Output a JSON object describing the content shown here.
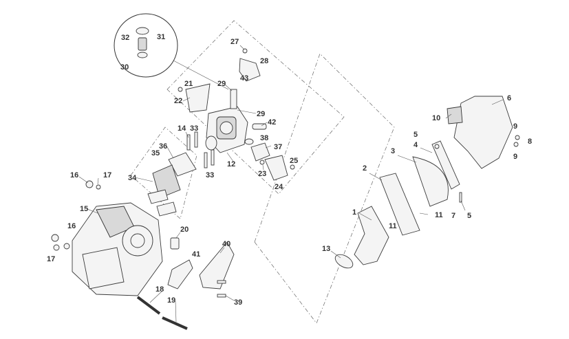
{
  "diagram": {
    "callouts": [
      "1",
      "2",
      "3",
      "4",
      "5",
      "5",
      "6",
      "7",
      "8",
      "9",
      "9",
      "10",
      "11",
      "11",
      "12",
      "13",
      "14",
      "15",
      "16",
      "16",
      "17",
      "17",
      "18",
      "19",
      "20",
      "21",
      "22",
      "23",
      "24",
      "25",
      "27",
      "28",
      "29",
      "29",
      "30",
      "31",
      "32",
      "33",
      "33",
      "34",
      "35",
      "36",
      "37",
      "38",
      "39",
      "40",
      "41",
      "42",
      "43"
    ]
  }
}
